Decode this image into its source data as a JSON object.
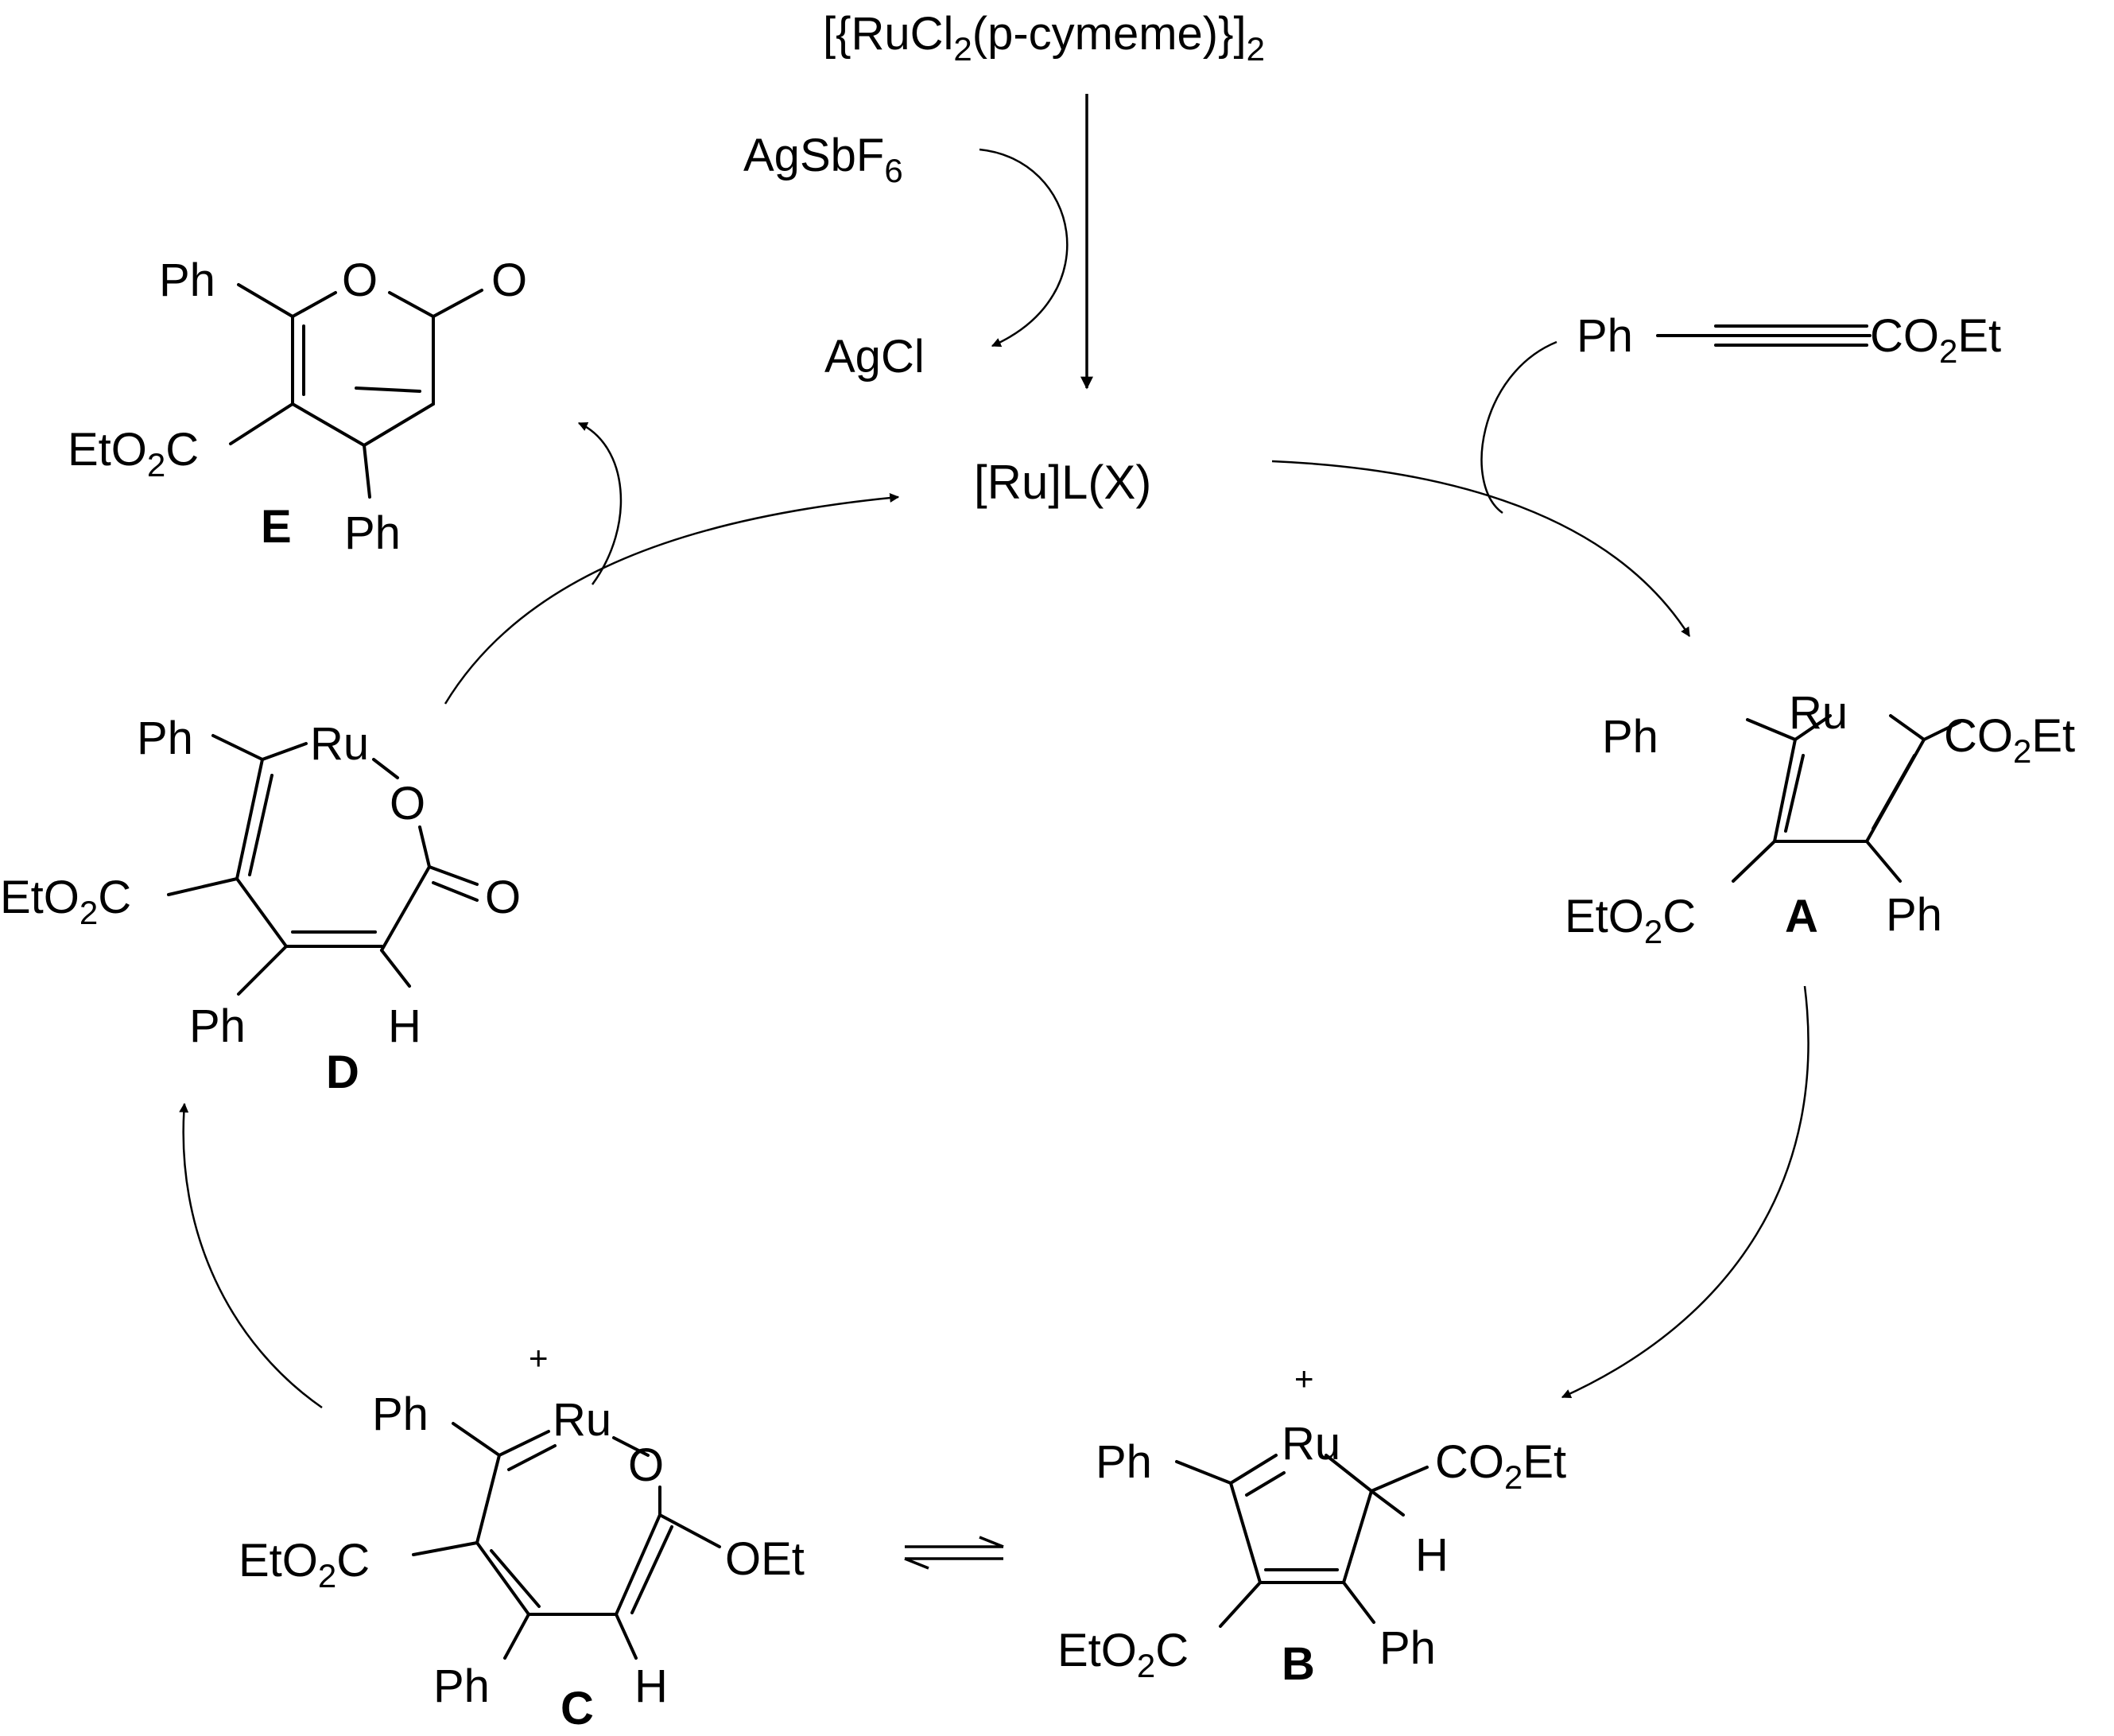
{
  "precatalyst": {
    "formula_pre": "[{RuCl",
    "sub1": "2",
    "formula_mid": "(p-cymeme)}]",
    "sub2": "2"
  },
  "activation": {
    "reagent": "AgSbF",
    "reagent_sub": "6",
    "byproduct": "AgCl"
  },
  "catalyst": "[Ru]L(X)",
  "substrate": {
    "left": "Ph",
    "right_pre": "CO",
    "right_sub": "2",
    "right_post": "Et"
  },
  "groups": {
    "ph": "Ph",
    "ru": "Ru",
    "o": "O",
    "h": "H",
    "oet": "OEt",
    "plus": "+",
    "ester_left_pre": "EtO",
    "ester_left_sub": "2",
    "ester_left_post": "C",
    "ester_right_pre": "CO",
    "ester_right_sub": "2",
    "ester_right_post": "Et"
  },
  "intermediates": {
    "A": "A",
    "B": "B",
    "C": "C",
    "D": "D",
    "E": "E"
  }
}
